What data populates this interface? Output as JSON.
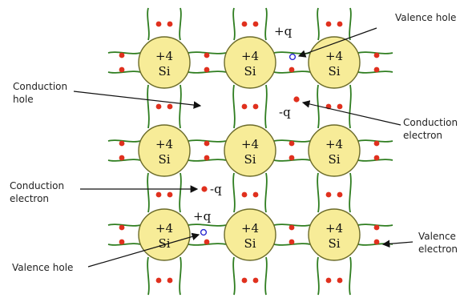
{
  "atom": {
    "charge": "+4",
    "symbol": "Si"
  },
  "labels": {
    "valence_hole_top": "Valence hole",
    "conduction_hole": [
      "Conduction",
      "hole"
    ],
    "conduction_electron_right": [
      "Conduction",
      "electron"
    ],
    "conduction_electron_left": [
      "Conduction",
      "electron"
    ],
    "valence_hole_bottom": "Valence hole",
    "valence_electron": [
      "Valence",
      "electron"
    ]
  },
  "charges": {
    "plus_top": "+q",
    "minus_mid": "-q",
    "minus_left": "-q",
    "plus_bottom": "+q"
  },
  "colors": {
    "bond_green": "#2e7d1f",
    "atom_fill": "#f7ec98",
    "atom_stroke": "#6b6b2a",
    "electron": "#e0301e",
    "hole": "#2a2ad0",
    "arrow": "#111111"
  }
}
